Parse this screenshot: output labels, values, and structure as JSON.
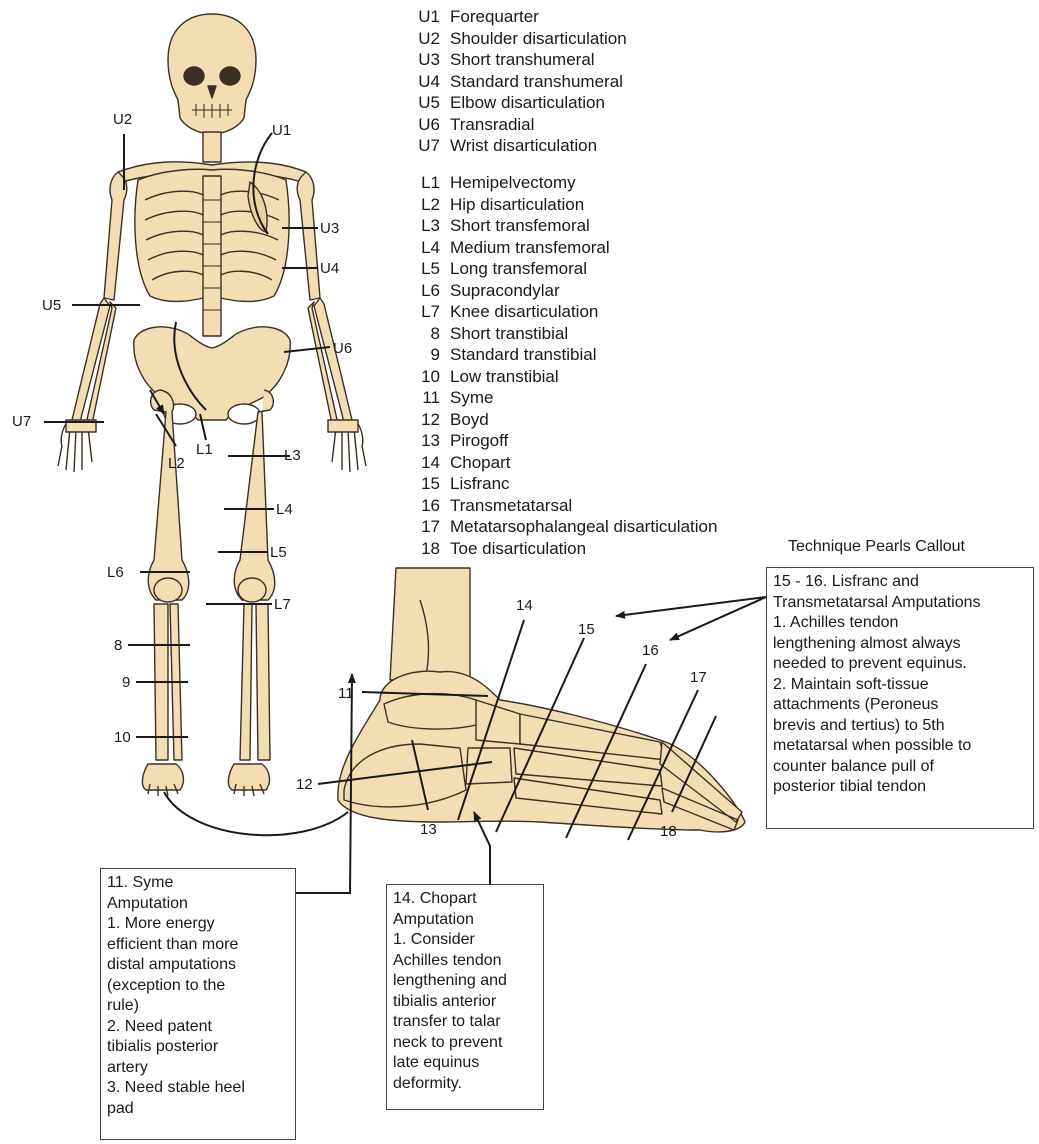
{
  "legend_upper": [
    {
      "code": "U1",
      "name": "Forequarter"
    },
    {
      "code": "U2",
      "name": "Shoulder disarticulation"
    },
    {
      "code": "U3",
      "name": "Short transhumeral"
    },
    {
      "code": "U4",
      "name": "Standard transhumeral"
    },
    {
      "code": "U5",
      "name": "Elbow disarticulation"
    },
    {
      "code": "U6",
      "name": "Transradial"
    },
    {
      "code": "U7",
      "name": "Wrist disarticulation"
    }
  ],
  "legend_lower": [
    {
      "code": "L1",
      "name": "Hemipelvectomy"
    },
    {
      "code": "L2",
      "name": "Hip disarticulation"
    },
    {
      "code": "L3",
      "name": "Short transfemoral"
    },
    {
      "code": "L4",
      "name": "Medium transfemoral"
    },
    {
      "code": "L5",
      "name": "Long transfemoral"
    },
    {
      "code": "L6",
      "name": "Supracondylar"
    },
    {
      "code": "L7",
      "name": "Knee disarticulation"
    },
    {
      "code": "8",
      "name": "Short transtibial"
    },
    {
      "code": "9",
      "name": "Standard transtibial"
    },
    {
      "code": "10",
      "name": "Low transtibial"
    },
    {
      "code": "11",
      "name": "Syme"
    },
    {
      "code": "12",
      "name": "Boyd"
    },
    {
      "code": "13",
      "name": "Pirogoff"
    },
    {
      "code": "14",
      "name": "Chopart"
    },
    {
      "code": "15",
      "name": "Lisfranc"
    },
    {
      "code": "16",
      "name": "Transmetatarsal"
    },
    {
      "code": "17",
      "name": "Metatarsophalangeal disarticulation"
    },
    {
      "code": "18",
      "name": "Toe disarticulation"
    }
  ],
  "skeleton_labels": {
    "u1": "U1",
    "u2": "U2",
    "u3": "U3",
    "u4": "U4",
    "u5": "U5",
    "u6": "U6",
    "u7": "U7",
    "l1": "L1",
    "l2": "L2",
    "l3": "L3",
    "l4": "L4",
    "l5": "L5",
    "l6": "L6",
    "l7": "L7",
    "n8": "8",
    "n9": "9",
    "n10": "10"
  },
  "foot_labels": {
    "n11": "11",
    "n12": "12",
    "n13": "13",
    "n14": "14",
    "n15": "15",
    "n16": "16",
    "n17": "17",
    "n18": "18"
  },
  "callout_title": "Technique Pearls Callout",
  "callout_lisfranc": [
    "15 - 16. Lisfranc and",
    "Transmetatarsal Amputations",
    "1. Achilles tendon",
    "lengthening almost always",
    "needed to prevent equinus.",
    "2. Maintain soft-tissue",
    "attachments (Peroneus",
    "brevis and tertius) to 5th",
    "metatarsal when possible to",
    "counter balance pull of",
    "posterior tibial tendon"
  ],
  "callout_syme": [
    "11. Syme",
    "Amputation",
    "1.  More energy",
    "efficient than more",
    "distal amputations",
    "(exception to the",
    "rule)",
    "2.  Need patent",
    "tibialis posterior",
    "artery",
    "3.  Need stable heel",
    "pad"
  ],
  "callout_chopart": [
    "14. Chopart",
    "Amputation",
    "1. Consider",
    "Achilles tendon",
    "lengthening and",
    "tibialis anterior",
    "transfer to talar",
    "neck to prevent",
    "late equinus",
    "deformity."
  ],
  "colors": {
    "bone": "#f3deb3",
    "outline": "#3a3024",
    "line": "#1a1a1a",
    "box_border": "#444444"
  }
}
